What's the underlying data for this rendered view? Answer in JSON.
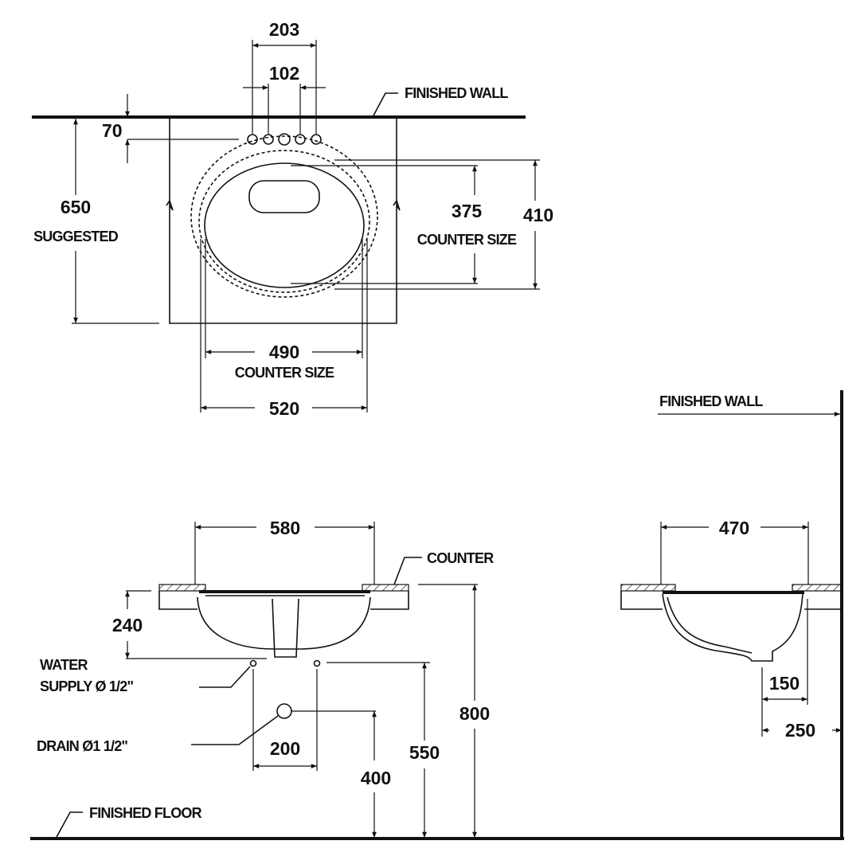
{
  "title": "Undercounter Basin Installation Drawing",
  "plan_view": {
    "dims": {
      "faucet_span_outer": "203",
      "faucet_span_inner": "102",
      "faucet_offset_from_wall": "70",
      "suggested_depth": "650",
      "counter_cutout_depth": "375",
      "basin_depth_outer": "410",
      "counter_cutout_width": "490",
      "basin_width_outer": "520"
    },
    "labels": {
      "finished_wall": "FINISHED WALL",
      "suggested": "SUGGESTED",
      "counter_size_side": "COUNTER SIZE",
      "counter_size_bottom": "COUNTER SIZE"
    },
    "faucet_hole_count": 5
  },
  "front_view": {
    "dims": {
      "basin_width": "580",
      "basin_depth": "240",
      "counter_height": "800",
      "supply_height": "550",
      "drain_height": "400",
      "supply_spacing": "200"
    },
    "labels": {
      "counter": "COUNTER",
      "water_supply_line1": "WATER",
      "water_supply_line2": "SUPPLY Ø 1/2\"",
      "drain": "DRAIN Ø1  1/2\"",
      "finished_floor": "FINISHED FLOOR"
    }
  },
  "side_view": {
    "dims": {
      "basin_width": "470",
      "drain_offset": "150",
      "wall_offset": "250"
    },
    "labels": {
      "finished_wall": "FINISHED WALL"
    }
  }
}
